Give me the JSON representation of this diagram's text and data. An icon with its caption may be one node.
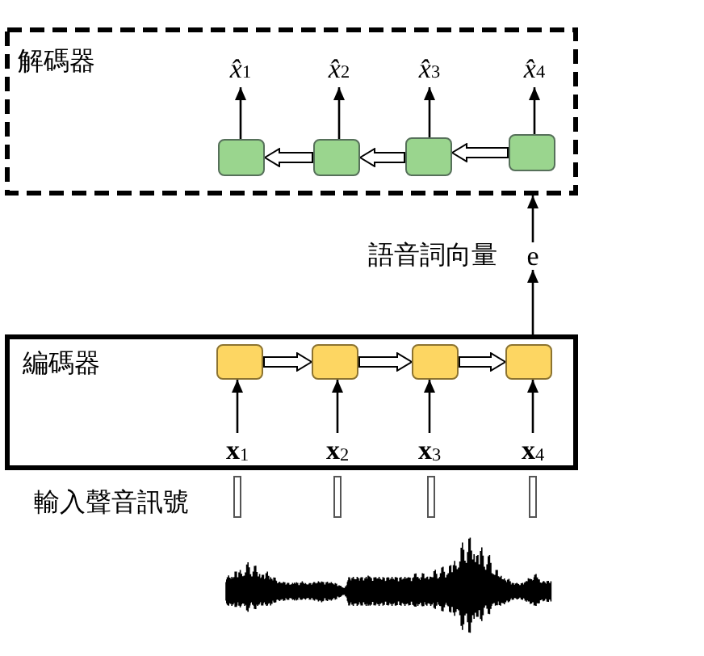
{
  "diagram": {
    "nodes": [
      {
        "text": [
          "解碼器"
        ]
      },
      {
        "text": [
          "*x̂*$_{1}$"
        ],
        "in": 0
      },
      {
        "text": [
          "*x̂*$_{2}$"
        ],
        "in": 0
      },
      {
        "text": [
          "*x̂*$_{3}$"
        ],
        "in": 0
      },
      {
        "text": [
          "*x̂*$_{4}$"
        ],
        "in": 0
      },
      {
        "text": [],
        "shape": "box",
        "in": 0
      },
      {
        "text": [],
        "shape": "box",
        "in": 0
      },
      {
        "text": [],
        "shape": "box",
        "in": 0
      },
      {
        "text": [],
        "shape": "box",
        "in": 0
      },
      {
        "text": [
          "e"
        ],
        "beside": [
          "語音詞向量"
        ]
      },
      {
        "text": [
          "編碼器"
        ]
      },
      {
        "text": [],
        "shape": "box",
        "in": 10
      },
      {
        "text": [],
        "shape": "box",
        "in": 10
      },
      {
        "text": [],
        "shape": "box",
        "in": 10
      },
      {
        "text": [],
        "shape": "box",
        "in": 10
      },
      {
        "text": [
          "**x**$_{1}$"
        ],
        "in": 10
      },
      {
        "text": [
          "**x**$_{2}$"
        ],
        "in": 10
      },
      {
        "text": [
          "**x**$_{3}$"
        ],
        "in": 10
      },
      {
        "text": [
          "**x**$_{4}$"
        ],
        "in": 10
      }
    ],
    "edges": [
      {
        "from": 5,
        "to": 1,
        "arrow": "to"
      },
      {
        "from": 6,
        "to": 2,
        "arrow": "to"
      },
      {
        "from": 7,
        "to": 3,
        "arrow": "to"
      },
      {
        "from": 8,
        "to": 4,
        "arrow": "to"
      },
      {
        "from": 6,
        "to": 5,
        "arrow": "to",
        "style": "thick"
      },
      {
        "from": 7,
        "to": 6,
        "arrow": "to",
        "style": "thick"
      },
      {
        "from": 8,
        "to": 7,
        "arrow": "to",
        "style": "thick"
      },
      {
        "from": 9,
        "to": 0,
        "arrow": "to"
      },
      {
        "from": 10,
        "to": 9,
        "arrow": "to"
      },
      {
        "from": 11,
        "to": 12,
        "arrow": "to",
        "style": "thick"
      },
      {
        "from": 12,
        "to": 13,
        "arrow": "to",
        "style": "thick"
      },
      {
        "from": 13,
        "to": 14,
        "arrow": "to",
        "style": "thick"
      },
      {
        "from": 15,
        "to": 11,
        "arrow": "to"
      },
      {
        "from": 16,
        "to": 12,
        "arrow": "to"
      },
      {
        "from": 17,
        "to": 13,
        "arrow": "to"
      },
      {
        "from": 18,
        "to": 14,
        "arrow": "to"
      }
    ],
    "labels": [
      "輸入聲音訊號"
    ]
  }
}
